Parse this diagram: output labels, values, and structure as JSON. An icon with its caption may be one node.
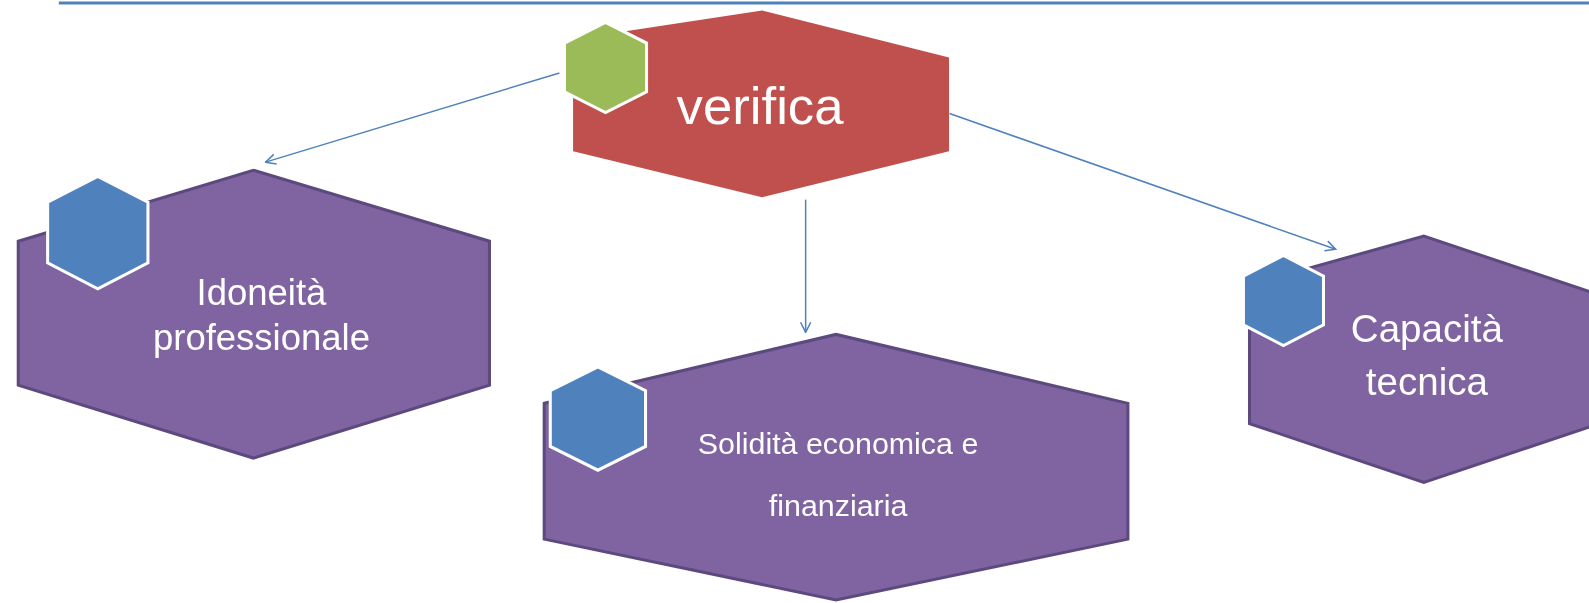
{
  "diagram": {
    "nodes": [
      {
        "text": [
          "verifica"
        ]
      },
      {
        "text": [
          "Idoneità professionale"
        ]
      },
      {
        "text": [
          "Solidità economica e finanziaria"
        ]
      },
      {
        "text": [
          "Capacità tecnica"
        ]
      }
    ],
    "edges": [
      {
        "from": 0,
        "to": 1,
        "arrow": "to"
      },
      {
        "from": 0,
        "to": 2,
        "arrow": "to"
      },
      {
        "from": 0,
        "to": 3,
        "arrow": "to"
      }
    ]
  }
}
